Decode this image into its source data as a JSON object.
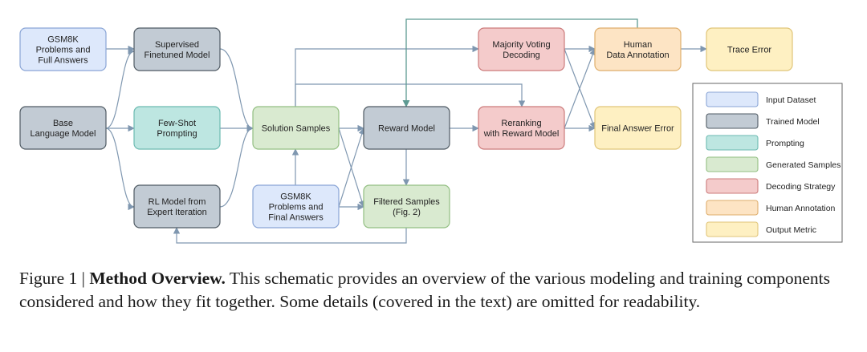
{
  "colors": {
    "input_dataset": {
      "fill": "#dde8fb",
      "stroke": "#8aa5d6"
    },
    "trained_model": {
      "fill": "#c2cbd4",
      "stroke": "#4f5a63"
    },
    "prompting": {
      "fill": "#bde6e1",
      "stroke": "#6cbab1"
    },
    "generated_samples": {
      "fill": "#d9ead0",
      "stroke": "#93bf82"
    },
    "decoding_strategy": {
      "fill": "#f4cbcb",
      "stroke": "#cc7b7b"
    },
    "human_annotation": {
      "fill": "#fde4c4",
      "stroke": "#dfae6c"
    },
    "output_metric": {
      "fill": "#fef0c2",
      "stroke": "#e0c579"
    },
    "arrow": "#7f97b0",
    "teal_arrow": "#5d9a92"
  },
  "nodes": {
    "gsm8k_full": {
      "lines": [
        "GSM8K",
        "Problems and",
        "Full Answers"
      ],
      "category": "input_dataset"
    },
    "sft_model": {
      "lines": [
        "Supervised",
        "Finetuned Model"
      ],
      "category": "trained_model"
    },
    "base_lm": {
      "lines": [
        "Base",
        "Language Model"
      ],
      "category": "trained_model"
    },
    "few_shot": {
      "lines": [
        "Few-Shot",
        "Prompting"
      ],
      "category": "prompting"
    },
    "rl_model": {
      "lines": [
        "RL Model from",
        "Expert Iteration"
      ],
      "category": "trained_model"
    },
    "solution_samples": {
      "lines": [
        "Solution Samples"
      ],
      "category": "generated_samples"
    },
    "gsm8k_final": {
      "lines": [
        "GSM8K",
        "Problems and",
        "Final Answers"
      ],
      "category": "input_dataset"
    },
    "reward_model": {
      "lines": [
        "Reward Model"
      ],
      "category": "trained_model"
    },
    "filtered_samples": {
      "lines": [
        "Filtered Samples",
        "(Fig. 2)"
      ],
      "category": "generated_samples"
    },
    "majority_voting": {
      "lines": [
        "Majority Voting",
        "Decoding"
      ],
      "category": "decoding_strategy"
    },
    "reranking": {
      "lines": [
        "Reranking",
        "with Reward Model"
      ],
      "category": "decoding_strategy"
    },
    "human_annotation": {
      "lines": [
        "Human",
        "Data Annotation"
      ],
      "category": "human_annotation"
    },
    "trace_error": {
      "lines": [
        "Trace Error"
      ],
      "category": "output_metric"
    },
    "final_answer_error": {
      "lines": [
        "Final Answer Error"
      ],
      "category": "output_metric"
    }
  },
  "legend": [
    {
      "label": "Input Dataset",
      "category": "input_dataset"
    },
    {
      "label": "Trained Model",
      "category": "trained_model"
    },
    {
      "label": "Prompting",
      "category": "prompting"
    },
    {
      "label": "Generated Samples",
      "category": "generated_samples"
    },
    {
      "label": "Decoding Strategy",
      "category": "decoding_strategy"
    },
    {
      "label": "Human Annotation",
      "category": "human_annotation"
    },
    {
      "label": "Output Metric",
      "category": "output_metric"
    }
  ],
  "caption": {
    "prefix": "Figure 1 | ",
    "bold": "Method Overview.",
    "text": " This schematic provides an overview of the various modeling and training components considered and how they fit together. Some details (covered in the text) are omitted for readability."
  }
}
